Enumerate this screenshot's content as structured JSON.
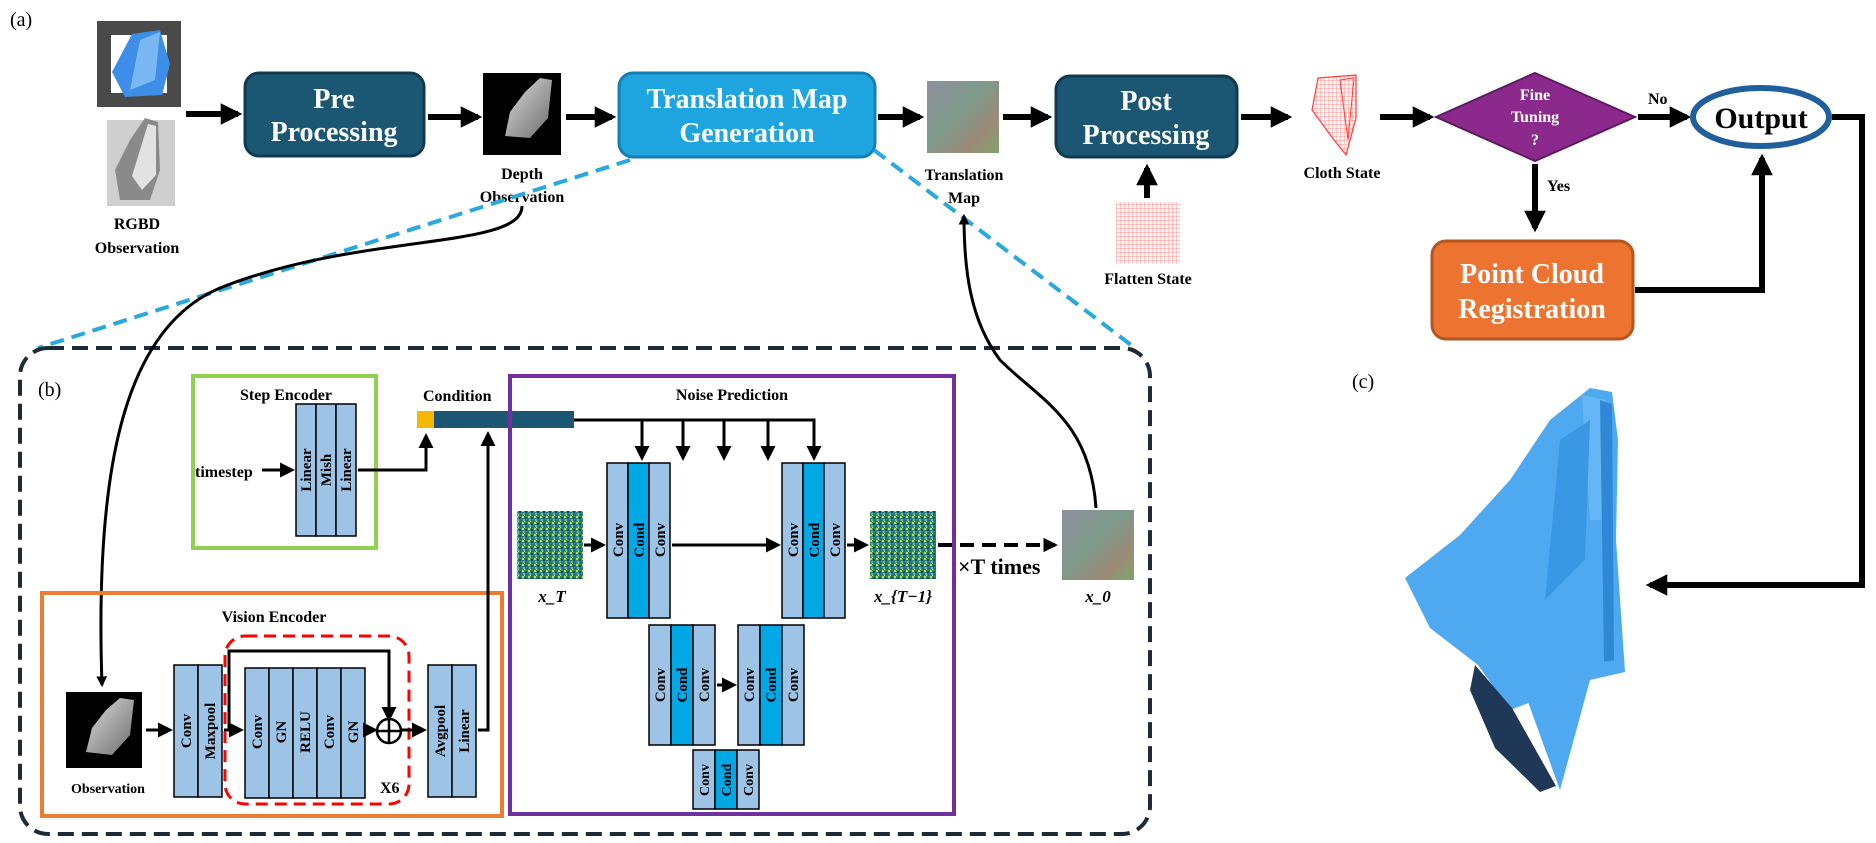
{
  "panel_labels": {
    "a": "(a)",
    "b": "(b)",
    "c": "(c)"
  },
  "pipeline": {
    "rgbd_label": [
      "RGBD",
      "Observation"
    ],
    "pre_processing": [
      "Pre",
      "Processing"
    ],
    "depth_label": [
      "Depth",
      "Observation"
    ],
    "translation_map_generation": [
      "Translation Map",
      "Generation"
    ],
    "translation_map_label": [
      "Translation",
      "Map"
    ],
    "post_processing": [
      "Post",
      "Processing"
    ],
    "flatten_state_label": "Flatten State",
    "cloth_state_label": "Cloth State",
    "fine_tuning": [
      "Fine",
      "Tuning",
      "?"
    ],
    "no_label": "No",
    "yes_label": "Yes",
    "output": "Output",
    "point_cloud_registration": [
      "Point Cloud",
      "Registration"
    ]
  },
  "step_encoder": {
    "title": "Step Encoder",
    "input": "timestep",
    "layers": [
      "Linear",
      "Mish",
      "Linear"
    ]
  },
  "condition_label": "Condition",
  "noise_prediction": {
    "title": "Noise Prediction",
    "block": [
      "Conv",
      "Cond",
      "Conv"
    ],
    "x_T": "x_T",
    "x_T_minus_1": "x_{T−1}",
    "x_0": "x_0",
    "repeat": "×T times"
  },
  "vision_encoder": {
    "title": "Vision Encoder",
    "observation_label": "Observation",
    "block1": [
      "Conv",
      "Maxpool"
    ],
    "res_block": [
      "Conv",
      "GN",
      "RELU",
      "Conv",
      "GN"
    ],
    "repeat": "X6",
    "block2": [
      "Avgpool",
      "Linear"
    ]
  },
  "colors": {
    "dark_teal": "#1b5773",
    "light_blue_box": "#1ea5e0",
    "magenta": "#8b2a8c",
    "orange": "#ec7430",
    "layer_fill": "#9dc3e6",
    "cond_fill": "#00a9e6",
    "green_frame": "#92d050",
    "orange_frame": "#ed7d31",
    "purple_frame": "#7030a0",
    "red_dash": "#ff0000",
    "cyan_dash": "#29a8e0",
    "dark_dash": "#1e2a36",
    "cloth_blue": "#4fa9f0",
    "cloth_dark": "#1f3858",
    "condition_yellow": "#f5b800"
  }
}
